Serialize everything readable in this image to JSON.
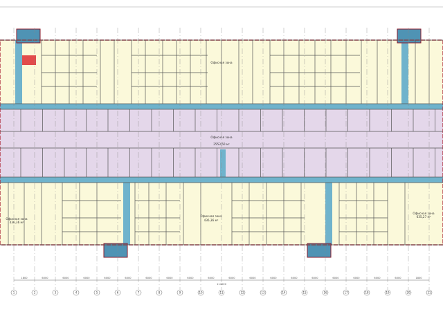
{
  "colors": {
    "office_zone": "#fbf9da",
    "open_space": "#e4d7ea",
    "corridor": "#6fb3cc",
    "stair_core": "#4f93b4",
    "wall": "#555555",
    "outer_wall": "#b03040",
    "red_room": "#e24b4b"
  },
  "labels": {
    "top_zone": "Офисная зона",
    "middle_zone": "Офисная зона",
    "middle_area": "2553,50 м²",
    "bottom_left_zone": "Офисная зона",
    "bottom_left_area": "436,36 м²",
    "bottom_mid_zone": "Офисная зона",
    "bottom_mid_area": "436,36 м²",
    "right_zone": "Офисная зона",
    "right_area": "635,27 м²"
  },
  "dimensions": [
    "1800",
    "6000",
    "6000",
    "6000",
    "6000",
    "6000",
    "6000",
    "6000",
    "6000",
    "6000",
    "6000",
    "6000",
    "6000",
    "6000",
    "6000",
    "6000",
    "6000",
    "6000",
    "6000",
    "1800"
  ],
  "total_dimension": "114000",
  "axes": [
    "1",
    "2",
    "3",
    "4",
    "5",
    "6",
    "7",
    "8",
    "9",
    "10",
    "11",
    "12",
    "13",
    "14",
    "15",
    "16",
    "17",
    "18",
    "19",
    "20",
    "21"
  ]
}
